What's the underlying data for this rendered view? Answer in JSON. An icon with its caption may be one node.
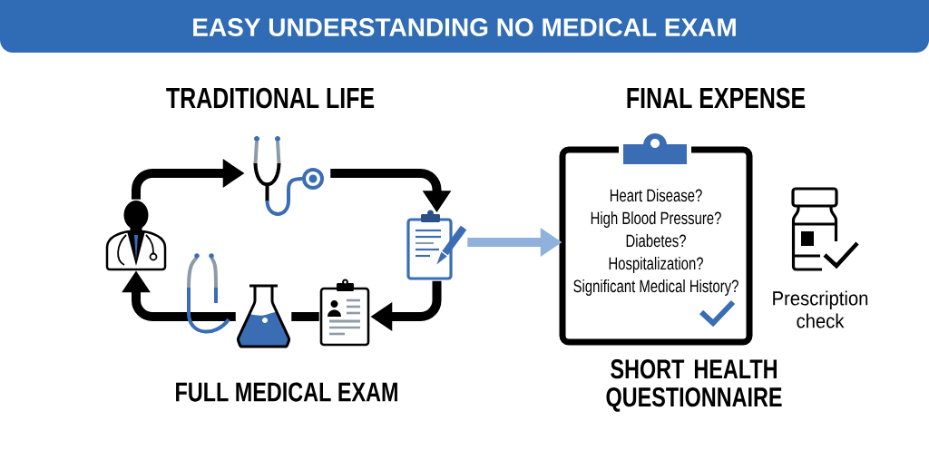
{
  "diagram": {
    "title": "EASY UNDERSTANDING NO MEDICAL EXAM",
    "nodes": [
      {
        "text": [],
        "shape": "person"
      },
      {
        "text": [],
        "shape": "picture"
      },
      {
        "text": [],
        "shape": "picture"
      },
      {
        "text": [],
        "shape": "picture"
      },
      {
        "text": [],
        "shape": "picture"
      },
      {
        "text": [
          "Heart Disease?",
          "High Blood Pressure?",
          "Diabetes?",
          "Hospitalization?",
          "Significant Medical History?"
        ]
      },
      {
        "text": [
          "Prescription check"
        ]
      }
    ],
    "edges": [
      {
        "from": 0,
        "to": 1,
        "arrow": "to"
      },
      {
        "from": 1,
        "to": 2,
        "arrow": "to"
      },
      {
        "from": 2,
        "to": 3,
        "arrow": "to"
      },
      {
        "from": 3,
        "to": 4,
        "arrow": "none"
      },
      {
        "from": 4,
        "to": 0,
        "arrow": "to"
      },
      {
        "from": 2,
        "to": 5,
        "arrow": "to",
        "color": "#8fb1dc"
      }
    ],
    "labels": [
      "TRADITIONAL LIFE",
      "FINAL EXPENSE",
      "FULL MEDICAL EXAM",
      "SHORT HEALTH QUESTIONNAIRE"
    ]
  }
}
